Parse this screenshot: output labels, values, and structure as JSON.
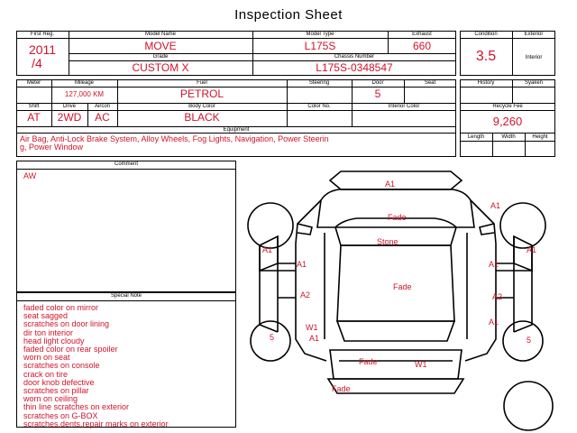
{
  "title": "Inspection Sheet",
  "vehicle": {
    "first_reg_label": "First Reg.",
    "first_reg_year": "2011",
    "first_reg_month": "/4",
    "model_name_label": "Model Name",
    "model_name": "MOVE",
    "model_type_label": "Model Type",
    "model_type": "L175S",
    "exhaust_label": "Exhaust",
    "exhaust": "660",
    "grade_label": "Grade",
    "grade": "CUSTOM X",
    "chassis_label": "Chassis Number",
    "chassis": "L175S-0348547"
  },
  "condition": {
    "condition_label": "Condition",
    "exterior_label": "Exterior",
    "interior_label": "Interior",
    "score": "3.5"
  },
  "specs": {
    "meter_label": "Meter",
    "mileage_label": "Mileage",
    "mileage": "127,000 KM",
    "fuel_label": "Fuel",
    "fuel": "PETROL",
    "steering_label": "Steering",
    "door_label": "Door",
    "door": "5",
    "seat_label": "Seat",
    "shift_label": "Shift",
    "shift": "AT",
    "drive_label": "Drive",
    "drive": "2WD",
    "aircon_label": "Aircon",
    "aircon": "AC",
    "body_color_label": "Body Color",
    "body_color": "BLACK",
    "color_no_label": "Color No.",
    "interior_color_label": "Interior Color"
  },
  "side": {
    "history_label": "History",
    "syaken_label": "Syaken",
    "recycle_fee_label": "Recycle Fee",
    "recycle_fee": "9,260",
    "length_label": "Length",
    "width_label": "Width",
    "height_label": "Height"
  },
  "equipment": {
    "label": "Equipment",
    "line1": "Air Bag, Anti-Lock Brake System, Alloy Wheels, Fog Lights, Navigation, Power Steerin",
    "line2": "g, Power Window"
  },
  "comment": {
    "label": "Comment",
    "text": "AW"
  },
  "special_note": {
    "label": "Special Note",
    "items": [
      "faded color on mirror",
      "seat sagged",
      "scratches on  door lining",
      "dir ton interior",
      "head light cloudy",
      "faded color on rear spoiler",
      "worn on seat",
      "scratches on console",
      "crack on tire",
      "door knob defective",
      "scratches on pillar",
      "worn on ceiling",
      "thin line scratches on exterior",
      "scratches on G-BOX",
      "scratches,dents,repair marks on exterior"
    ]
  },
  "diagram_marks": {
    "front_bumper": "A1",
    "front_right_wheel": "A1",
    "hood": "Fade",
    "roof_stone": "Stone",
    "left_fender": "A1",
    "right_fender": "A1",
    "left_front_door": "A1",
    "right_front_door": "A1",
    "roof": "Fade",
    "left_rear_door": "A2",
    "right_rear_door": "A2",
    "left_rear_quarter_w": "W1",
    "left_rear_quarter_a": "A1",
    "right_rear_quarter": "A1",
    "left_rear_wheel": "5",
    "right_rear_wheel": "5",
    "tailgate_fade": "Fade",
    "tailgate_w": "W1",
    "rear_bumper_fade": "Fade"
  }
}
